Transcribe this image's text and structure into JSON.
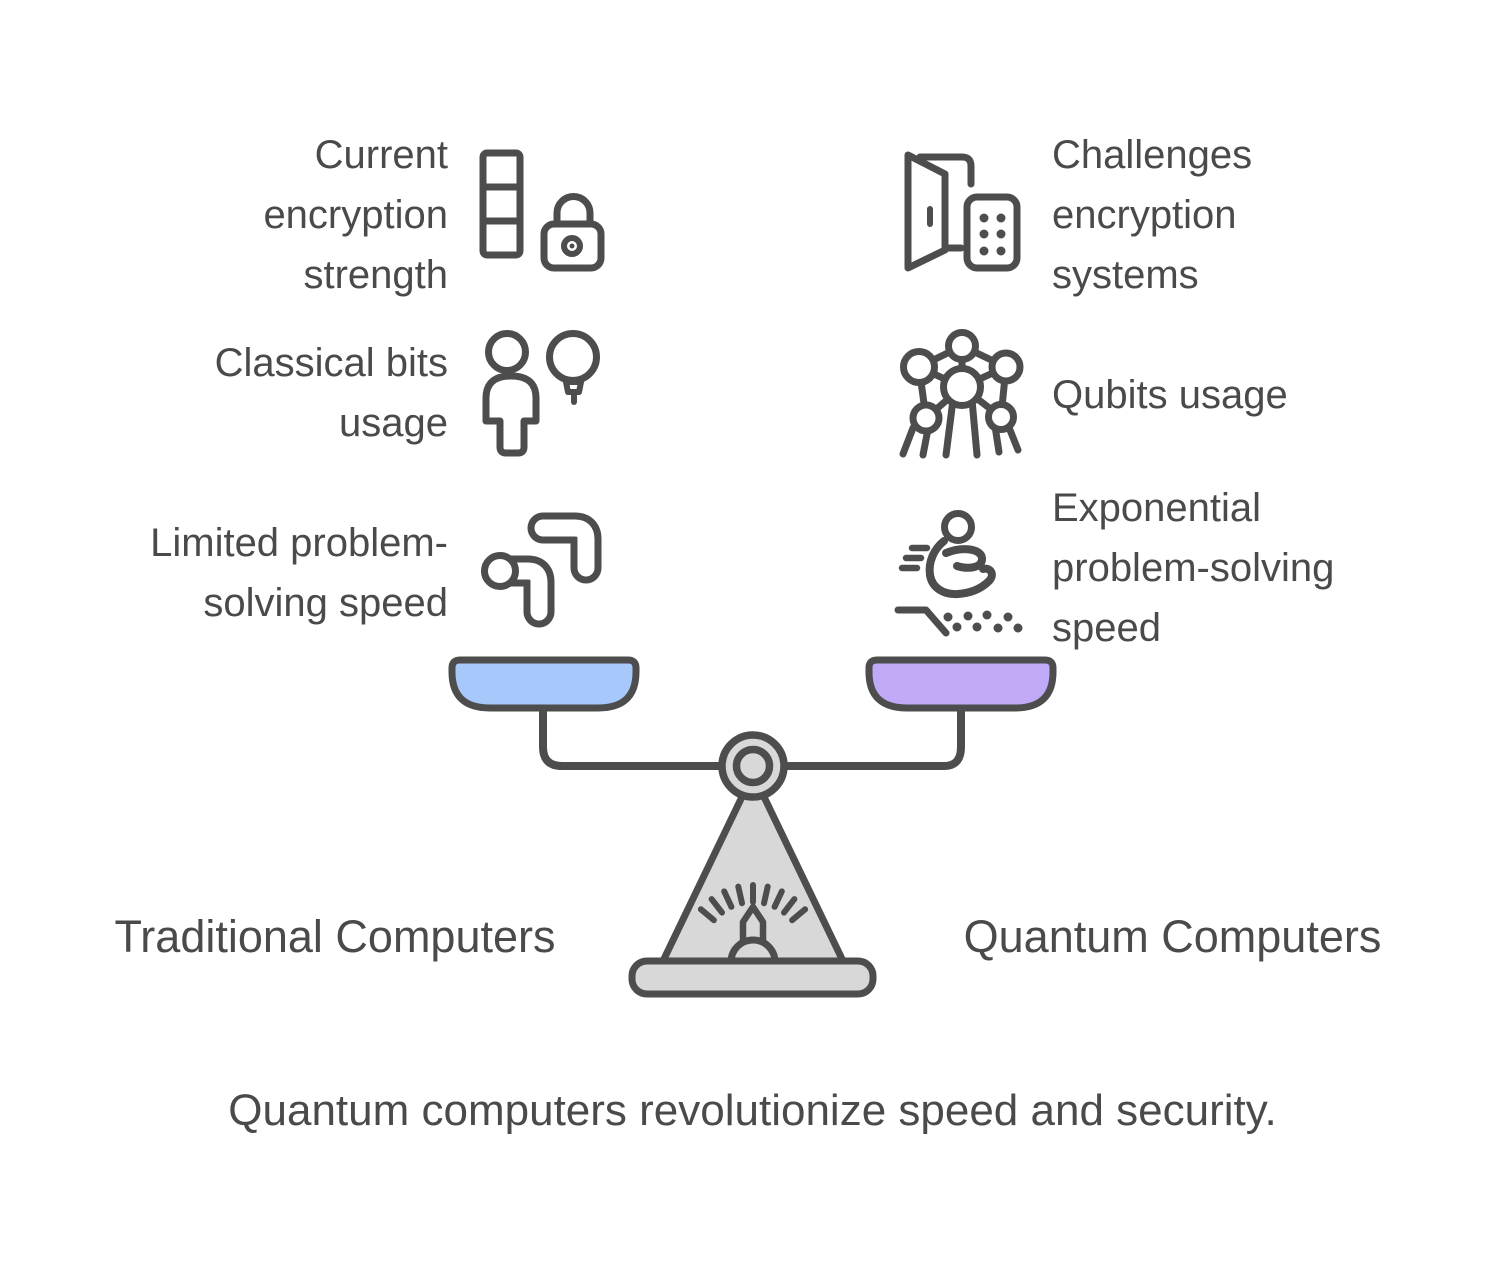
{
  "colors": {
    "background": "#ffffff",
    "text": "#4a4a4a",
    "outline": "#4d4d4d",
    "left_pan": "#a6c8fa",
    "right_pan": "#c0aaf8",
    "scale_fill": "#d8d8d8"
  },
  "left": {
    "side_label": "Traditional Computers",
    "items": [
      {
        "label": "Current\nencryption\nstrength",
        "icon": "strength-meter-lock-icon"
      },
      {
        "label": "Classical bits\nusage",
        "icon": "person-lightbulb-icon"
      },
      {
        "label": "Limited problem-\nsolving speed",
        "icon": "curved-arrows-icon"
      }
    ]
  },
  "right": {
    "side_label": "Quantum Computers",
    "items": [
      {
        "label": "Challenges\nencryption\nsystems",
        "icon": "open-door-keypad-icon"
      },
      {
        "label": "Qubits usage",
        "icon": "qubit-network-icon"
      },
      {
        "label": "Exponential\nproblem-solving\nspeed",
        "icon": "speeding-person-icon"
      }
    ]
  },
  "caption": "Quantum computers revolutionize speed and security."
}
